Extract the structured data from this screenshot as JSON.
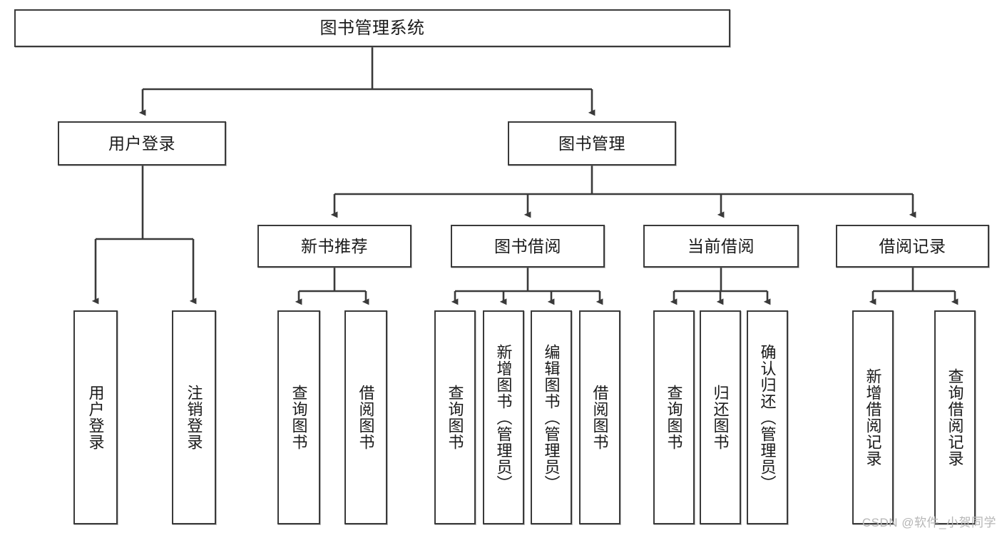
{
  "diagram": {
    "title": "图书管理系统",
    "type": "tree",
    "watermark": "CSDN @软件_小贺同学",
    "colors": {
      "stroke": "#3a3a3a",
      "fill": "#ffffff",
      "text": "#1a1a1a",
      "watermark": "#b6b6b6"
    },
    "nodes": {
      "root": {
        "label": "图书管理系统"
      },
      "level2": [
        {
          "id": "user-login",
          "label": "用户登录"
        },
        {
          "id": "book-manage",
          "label": "图书管理"
        }
      ],
      "level3": [
        {
          "id": "new-book-recommend",
          "label": "新书推荐"
        },
        {
          "id": "book-borrow",
          "label": "图书借阅"
        },
        {
          "id": "current-borrow",
          "label": "当前借阅"
        },
        {
          "id": "borrow-record",
          "label": "借阅记录"
        }
      ],
      "leaves": {
        "user_login": [
          {
            "id": "leaf-user-login",
            "label": "用户登录"
          },
          {
            "id": "leaf-logout-login",
            "label": "注销登录"
          }
        ],
        "new_book_recommend": [
          {
            "id": "leaf-query-book-1",
            "label": "查询图书"
          },
          {
            "id": "leaf-borrow-book-1",
            "label": "借阅图书"
          }
        ],
        "book_borrow": [
          {
            "id": "leaf-query-book-2",
            "label": "查询图书"
          },
          {
            "id": "leaf-add-book",
            "label": "新增图书（管理员）"
          },
          {
            "id": "leaf-edit-book",
            "label": "编辑图书（管理员）"
          },
          {
            "id": "leaf-borrow-book-2",
            "label": "借阅图书"
          }
        ],
        "current_borrow": [
          {
            "id": "leaf-query-book-3",
            "label": "查询图书"
          },
          {
            "id": "leaf-return-book",
            "label": "归还图书"
          },
          {
            "id": "leaf-confirm-return",
            "label": "确认归还（管理员）"
          }
        ],
        "borrow_record": [
          {
            "id": "leaf-add-record",
            "label": "新增借阅记录"
          },
          {
            "id": "leaf-query-record",
            "label": "查询借阅记录"
          }
        ]
      }
    }
  }
}
